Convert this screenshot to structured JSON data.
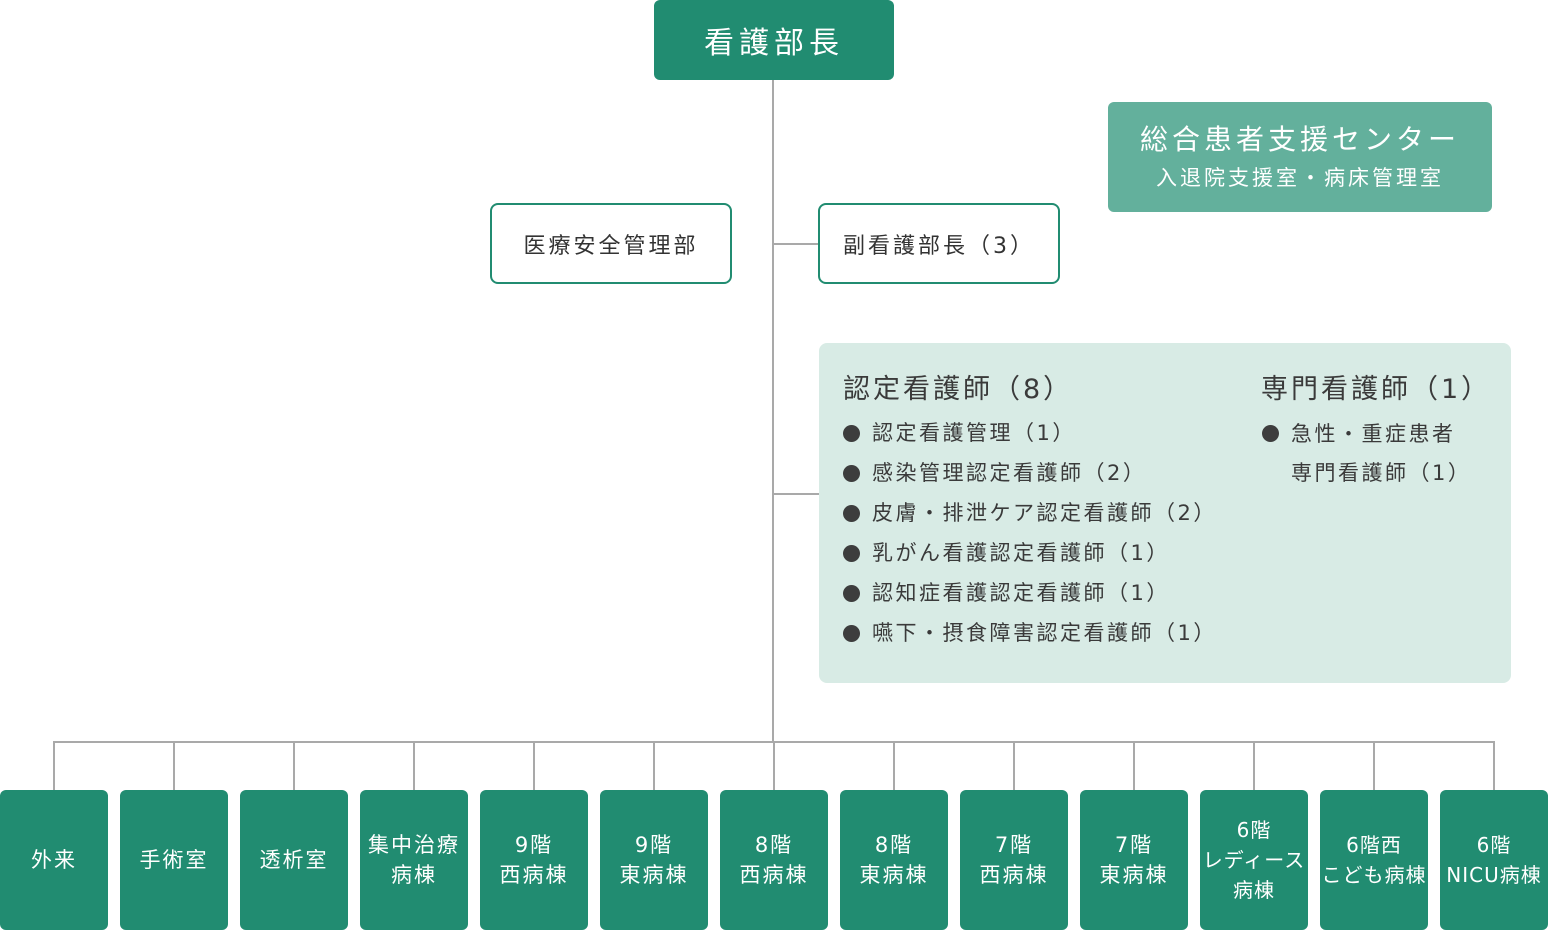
{
  "head": {
    "label": "看護部長"
  },
  "support_center": {
    "title": "総合患者支援センター",
    "subtitle": "入退院支援室・病床管理室"
  },
  "safety_dept": {
    "label": "医療安全管理部"
  },
  "vice_director": {
    "label": "副看護部長（3）"
  },
  "certified_nurses": {
    "title": "認定看護師（8）",
    "items": [
      "認定看護管理（1）",
      "感染管理認定看護師（2）",
      "皮膚・排泄ケア認定看護師（2）",
      "乳がん看護認定看護師（1）",
      "認知症看護認定看護師（1）",
      "嚥下・摂食障害認定看護師（1）"
    ]
  },
  "specialist_nurses": {
    "title": "専門看護師（1）",
    "item_line1": "急性・重症患者",
    "item_line2": "専門看護師（1）"
  },
  "wards": [
    "外来",
    "手術室",
    "透析室",
    "集中治療\n病棟",
    "9階\n西病棟",
    "9階\n東病棟",
    "8階\n西病棟",
    "8階\n東病棟",
    "7階\n西病棟",
    "7階\n東病棟",
    "6階\nレディース\n病棟",
    "6階西\nこども病棟",
    "6階\nNICU病棟"
  ],
  "colors": {
    "primary": "#218c71",
    "support_box": "#63b09c",
    "panel_bg": "#d8ebe5",
    "connector": "#a9a9a9"
  }
}
